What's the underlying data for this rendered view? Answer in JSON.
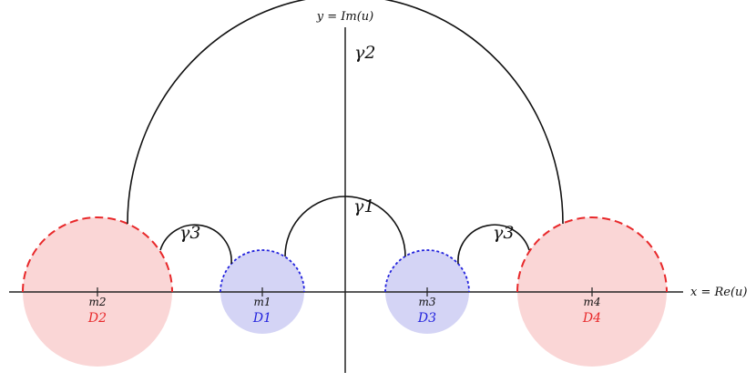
{
  "axes": {
    "y_label": "y = Im(u)",
    "x_label": "x = Re(u)"
  },
  "curves": {
    "gamma2": "γ2",
    "gamma1": "γ1",
    "gamma3_left": "γ3",
    "gamma3_right": "γ3"
  },
  "disks": {
    "D2": {
      "point": "m2",
      "label": "D2",
      "color": "#e8282a",
      "fill": "#f8c8c8"
    },
    "D1": {
      "point": "m1",
      "label": "D1",
      "color": "#2222dd",
      "fill": "#c9c9f2"
    },
    "D3": {
      "point": "m3",
      "label": "D3",
      "color": "#2222dd",
      "fill": "#c9c9f2"
    },
    "D4": {
      "point": "m4",
      "label": "D4",
      "color": "#e8282a",
      "fill": "#f8c8c8"
    }
  }
}
